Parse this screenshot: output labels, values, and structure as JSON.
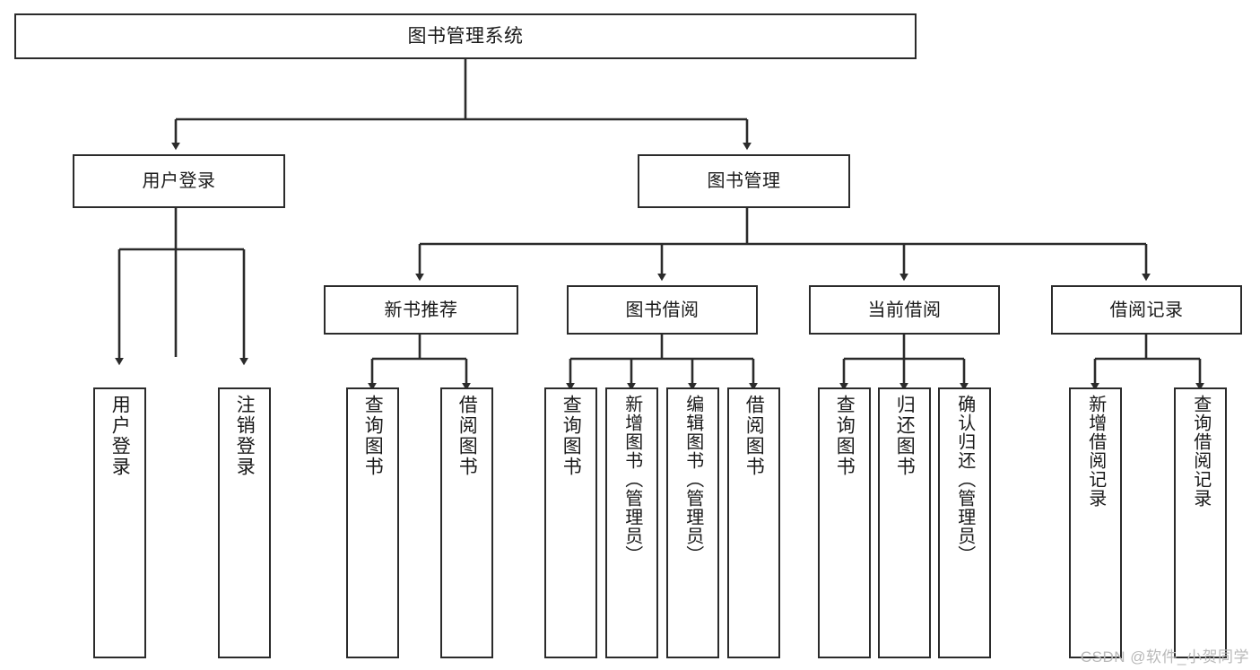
{
  "diagram": {
    "title": "图书管理系统",
    "type": "功能结构图",
    "colors": {
      "border": "#2b2b2b",
      "background": "#ffffff",
      "text": "#1a1a1a",
      "connector": "#2b2b2b",
      "watermark": "#b9b9b9"
    },
    "root": {
      "label": "图书管理系统"
    },
    "level2": [
      {
        "label": "用户登录"
      },
      {
        "label": "图书管理"
      }
    ],
    "level3": [
      {
        "label": "新书推荐"
      },
      {
        "label": "图书借阅"
      },
      {
        "label": "当前借阅"
      },
      {
        "label": "借阅记录"
      }
    ],
    "leaves": {
      "user_login": [
        {
          "label": "用户登录"
        },
        {
          "label": "注销登录"
        }
      ],
      "new_book_recommend": [
        {
          "label": "查询图书"
        },
        {
          "label": "借阅图书"
        }
      ],
      "book_borrow": [
        {
          "label": "查询图书"
        },
        {
          "label": "新增图书（管理员）"
        },
        {
          "label": "编辑图书（管理员）"
        },
        {
          "label": "借阅图书"
        }
      ],
      "current_borrow": [
        {
          "label": "查询图书"
        },
        {
          "label": "归还图书"
        },
        {
          "label": "确认归还（管理员）"
        }
      ],
      "borrow_record": [
        {
          "label": "新增借阅记录"
        },
        {
          "label": "查询借阅记录"
        }
      ]
    },
    "watermark": "CSDN @软件_小贺同学"
  }
}
